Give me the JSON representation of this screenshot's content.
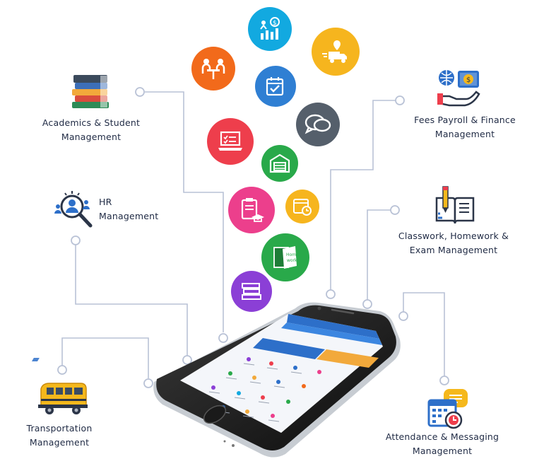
{
  "modules": {
    "academics": {
      "line1": "Academics & Student",
      "line2": "Management"
    },
    "hr": {
      "line1": "HR",
      "line2": "Management"
    },
    "transport": {
      "line1": "Transportation",
      "line2": "Management"
    },
    "fees": {
      "line1": "Fees Payroll & Finance",
      "line2": "Management"
    },
    "classwork": {
      "line1": "Classwork, Homework &",
      "line2": "Exam Management"
    },
    "attendance": {
      "line1": "Attendance & Messaging",
      "line2": "Management"
    }
  },
  "colors": {
    "connector": "#b9c2d6",
    "label_text": "#1f2a44",
    "phone_body": "#1a1a1a",
    "app_header": "#2d6fc9",
    "bubble_cyan": "#12a9e0",
    "bubble_yellow": "#f6b51e",
    "bubble_orange": "#f26a1b",
    "bubble_blue": "#2f7fd3",
    "bubble_gray": "#555f6b",
    "bubble_red": "#ee3e4c",
    "bubble_green": "#29a94a",
    "bubble_pink": "#ec3f8c",
    "bubble_purple": "#8b3fd6"
  },
  "icons": {
    "academics": "books-stack-icon",
    "hr": "person-magnifier-icon",
    "transport": "school-bus-icon",
    "fees": "money-hand-icon",
    "classwork": "open-book-pencil-icon",
    "attendance": "calendar-clock-icon",
    "phone": "smartphone-icon"
  }
}
